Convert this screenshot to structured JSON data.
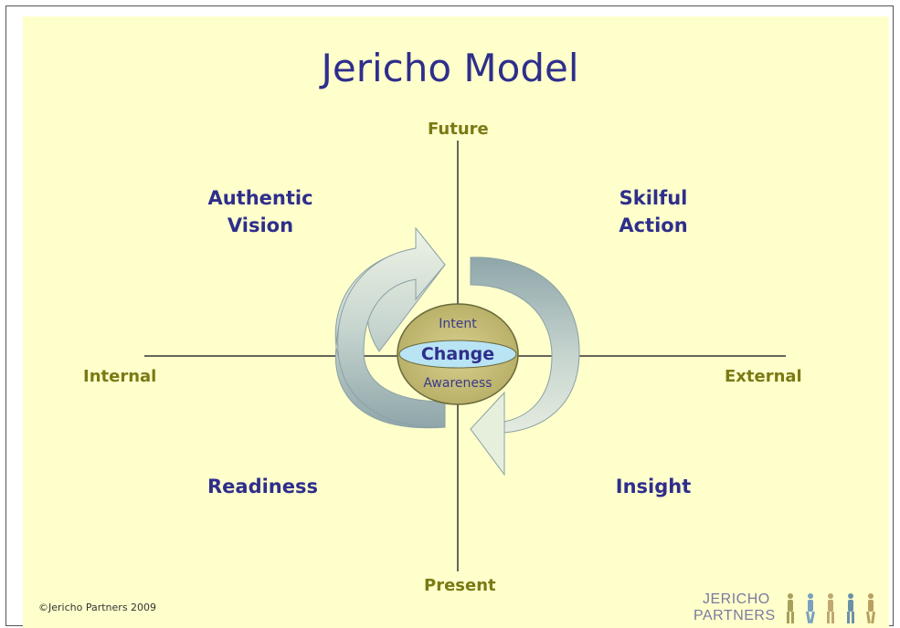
{
  "title": "Jericho Model",
  "axes": {
    "top": "Future",
    "bottom": "Present",
    "left": "Internal",
    "right": "External"
  },
  "quadrants": {
    "top_left": [
      "Authentic",
      "Vision"
    ],
    "top_right": [
      "Skilful",
      "Action"
    ],
    "bottom_left": [
      "Readiness"
    ],
    "bottom_right": [
      "Insight"
    ]
  },
  "center": {
    "top": "Intent",
    "middle": "Change",
    "bottom": "Awareness"
  },
  "footer": {
    "copyright": "©Jericho Partners 2009",
    "logo_line1": "JERICHO",
    "logo_line2": "PARTNERS"
  },
  "colors": {
    "background": "#ffffcc",
    "title": "#2e2e8c",
    "axis_label": "#7a7a14",
    "center_fill": "#c8c07a",
    "change_fill": "#b8e4f4",
    "arrow_light": "#e4efdc",
    "arrow_dark": "#8fa6aa"
  }
}
